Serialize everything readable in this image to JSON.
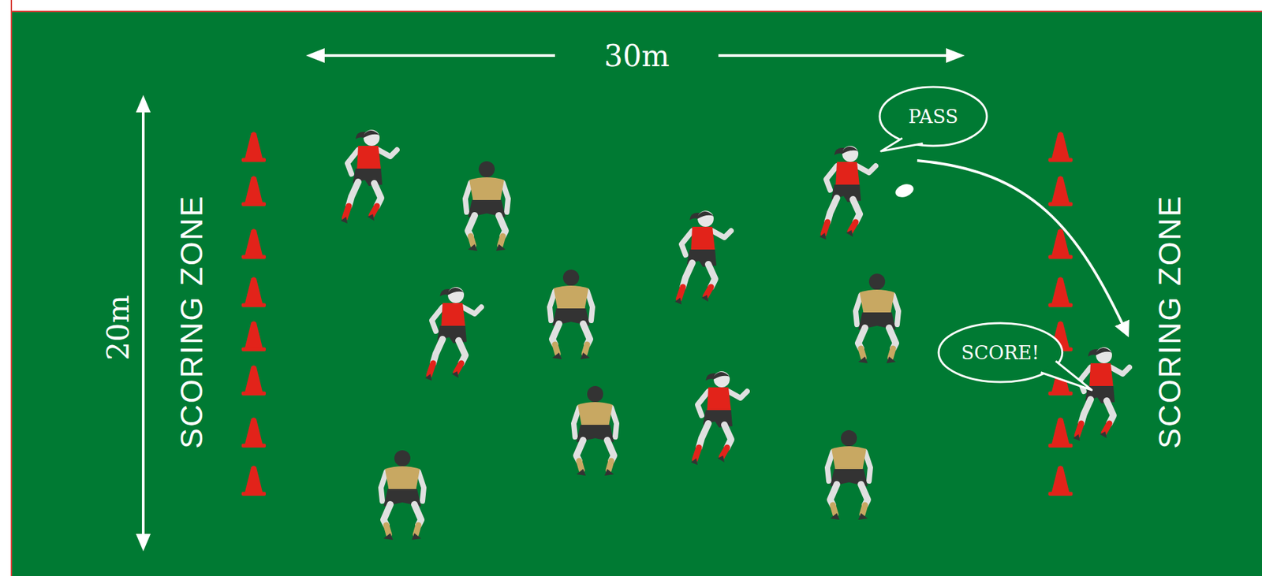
{
  "diagram": {
    "nodes": [
      {
        "text": [
          "PASS"
        ]
      },
      {
        "text": [
          "SCORE!"
        ]
      }
    ],
    "labels": [
      "30m",
      "20m",
      "SCORING ZONE",
      "SCORING ZONE"
    ]
  }
}
